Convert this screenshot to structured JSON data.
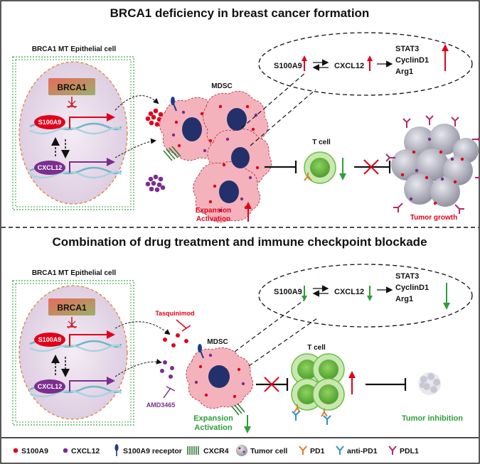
{
  "panel_top": {
    "title": "BRCA1 deficiency in breast cancer formation",
    "cell_label": "BRCA1 MT Epithelial cell",
    "brca1": "BRCA1",
    "gene1": "S100A9",
    "gene2": "CXCL12",
    "mdsc": "MDSC",
    "pathway": {
      "a": "S100A9",
      "b": "CXCL12",
      "c1": "STAT3",
      "c2": "CyclinD1",
      "c3": "Arg1"
    },
    "tcell": "T cell",
    "expansion": "Expansion",
    "activation": "Activation",
    "outcome": "Tumor growth"
  },
  "panel_bottom": {
    "title": "Combination of drug treatment and immune checkpoint blockade",
    "cell_label": "BRCA1 MT Epithelial cell",
    "brca1": "BRCA1",
    "gene1": "S100A9",
    "gene2": "CXCL12",
    "drug1": "Tasquinimod",
    "drug2": "AMD3465",
    "mdsc": "MDSC",
    "pathway": {
      "a": "S100A9",
      "b": "CXCL12",
      "c1": "STAT3",
      "c2": "CyclinD1",
      "c3": "Arg1"
    },
    "tcell": "T cell",
    "expansion": "Expansion",
    "activation": "Activation",
    "outcome": "Tumor inhibition"
  },
  "legend": {
    "s100a9": "S100A9",
    "cxcl12": "CXCL12",
    "receptor": "S100A9 receptor",
    "cxcr4": "CXCR4",
    "tumor_cell": "Tumor cell",
    "pd1": "PD1",
    "anti_pd1": "anti-PD1",
    "pdl1": "PDL1"
  },
  "colors": {
    "up": "#e2001a",
    "down": "#2e9e3a",
    "purple": "#7b2e8e",
    "frame_green": "#3aa34a",
    "nucleus_fill": "#eadcec",
    "mdsc_fill": "#f4b3bc",
    "mdsc_nucleus": "#23306b",
    "tcell": "#6cc04a",
    "tumor": "#9a9aa8"
  }
}
